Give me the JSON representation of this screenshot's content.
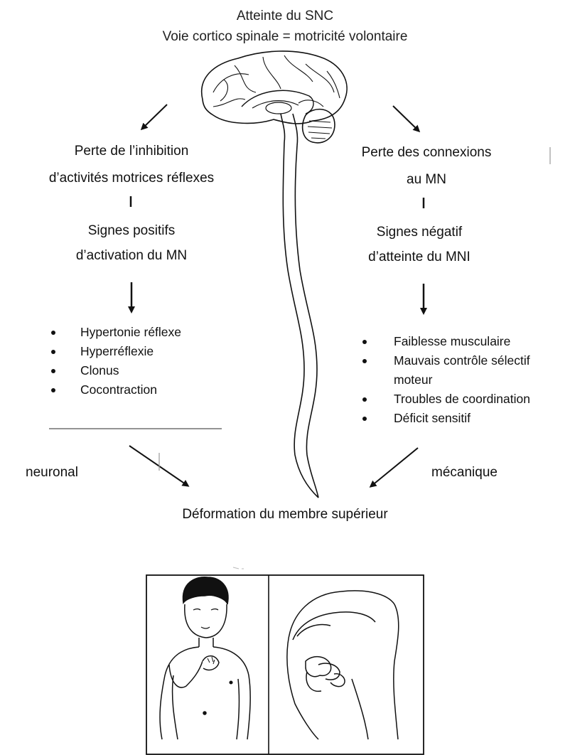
{
  "header": {
    "title": "Atteinte du SNC",
    "subtitle": "Voie cortico spinale = motricité volontaire"
  },
  "left": {
    "line1": "Perte de l’inhibition",
    "line2": "d’activités motrices réflexes",
    "signs1": "Signes positifs",
    "signs2": "d’activation du MN",
    "items": [
      "Hypertonie réflexe",
      "Hyperréflexie",
      "Clonus",
      "Cocontraction"
    ],
    "label": "neuronal"
  },
  "right": {
    "line1": "Perte des connexions",
    "line2": "au MN",
    "signs1": "Signes négatif",
    "signs2": "d’atteinte du MNI",
    "items": [
      "Faiblesse musculaire",
      "Mauvais contrôle sélectif",
      "moteur",
      "Troubles de coordination",
      "Déficit sensitif"
    ],
    "label": "mécanique"
  },
  "result": "Déformation du membre supérieur"
}
